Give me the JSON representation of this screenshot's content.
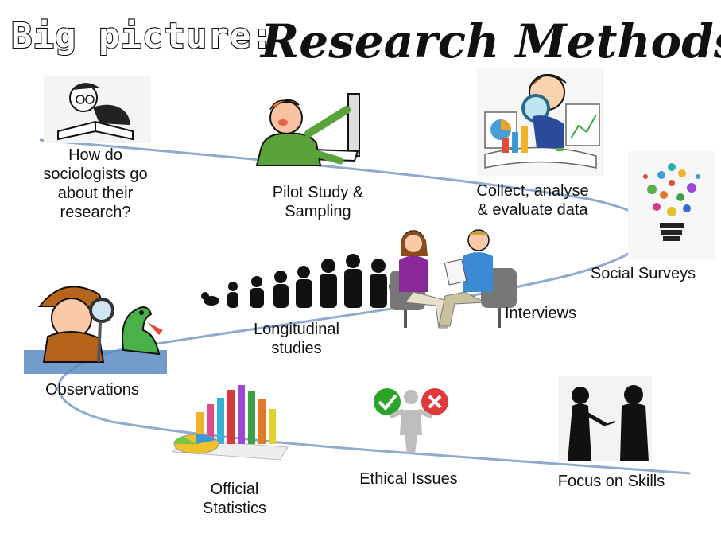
{
  "title": {
    "prefix": "Big picture:",
    "main": "Research Methods"
  },
  "colors": {
    "path": "#8fa9cf",
    "text": "#111111",
    "tick": "#2aa52a",
    "cross": "#e03a3a"
  },
  "topics": [
    {
      "id": "how-do",
      "icon": "reading-book-icon",
      "lines": [
        "How do",
        "sociologists go",
        "about their",
        "research?"
      ]
    },
    {
      "id": "pilot",
      "icon": "computer-user-icon",
      "lines": [
        "Pilot Study &",
        "Sampling"
      ]
    },
    {
      "id": "collect",
      "icon": "magnifying-glass-data-icon",
      "lines": [
        "Collect, analyse",
        "& evaluate data"
      ]
    },
    {
      "id": "surveys",
      "icon": "lightbulb-icon",
      "lines": [
        "Social Surveys"
      ]
    },
    {
      "id": "longitudinal",
      "icon": "human-growth-icon",
      "lines": [
        "Longitudinal",
        "studies"
      ]
    },
    {
      "id": "interviews",
      "icon": "interview-people-icon",
      "lines": [
        "Interviews"
      ]
    },
    {
      "id": "observations",
      "icon": "detective-dragon-icon",
      "lines": [
        "Observations"
      ]
    },
    {
      "id": "official",
      "icon": "bar-chart-icon",
      "lines": [
        "Official",
        "Statistics"
      ]
    },
    {
      "id": "ethical",
      "icon": "tick-cross-person-icon",
      "lines": [
        "Ethical Issues"
      ]
    },
    {
      "id": "skills",
      "icon": "microphone-interview-icon",
      "lines": [
        "Focus on Skills"
      ]
    }
  ]
}
